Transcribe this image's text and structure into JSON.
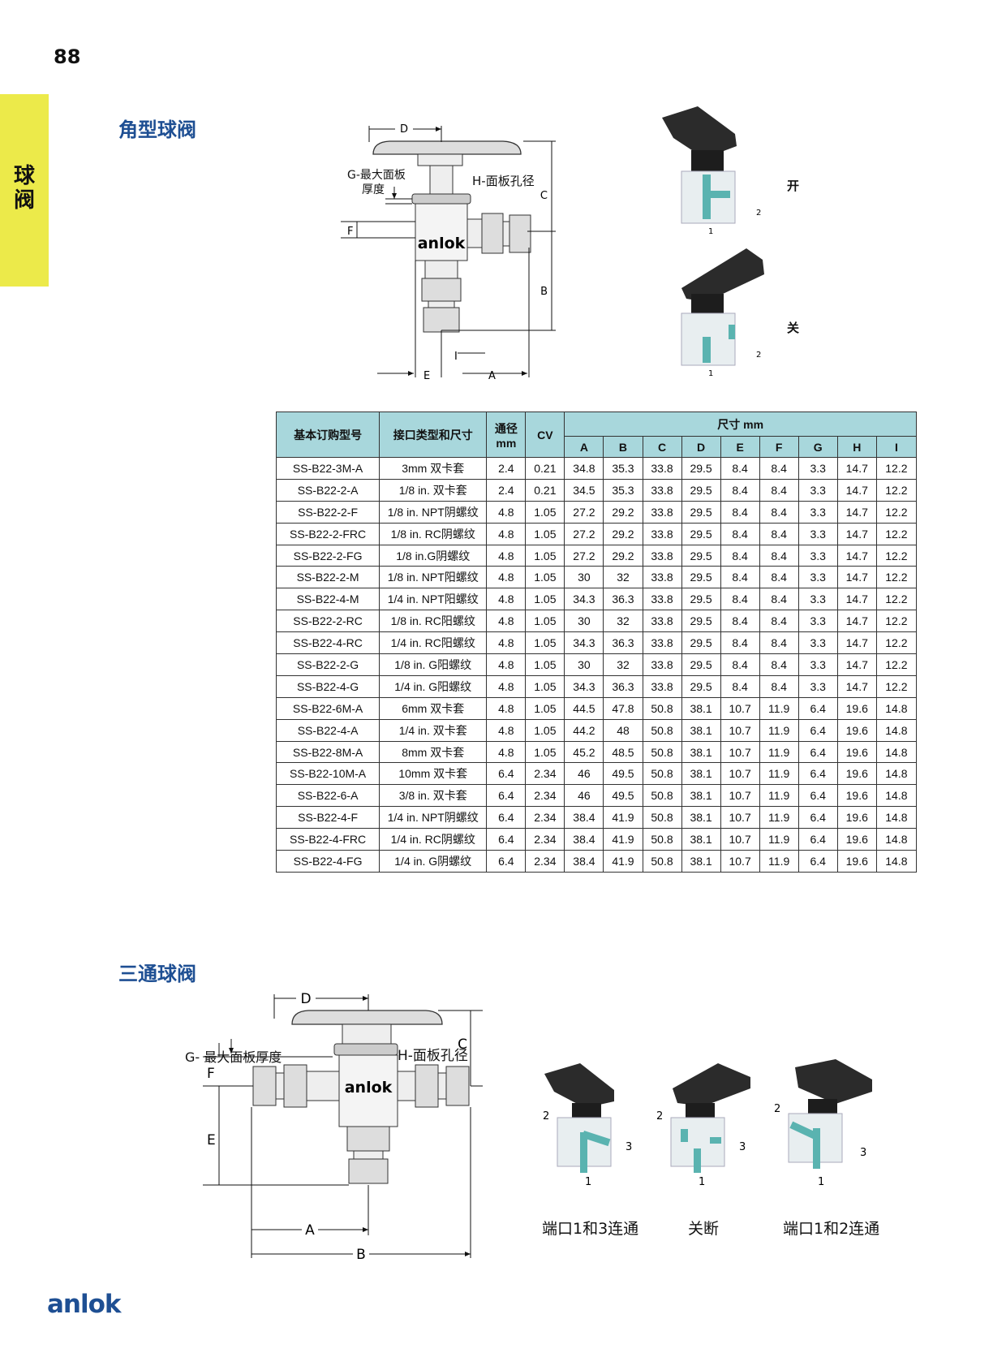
{
  "page_number": "88",
  "side_tab": {
    "line1": "球",
    "line2": "阀"
  },
  "brand": "anlok",
  "section1": {
    "title": "角型球阀",
    "diagram": {
      "label_g_1": "G-最大面板",
      "label_g_2": "厚度",
      "label_h": "H-面板孔径",
      "brand_mark": "anlok",
      "dims": {
        "a": "A",
        "b": "B",
        "c": "C",
        "d": "D",
        "e": "E",
        "f": "F",
        "i": "I"
      }
    },
    "states": [
      {
        "label": "开",
        "port1": "1",
        "port2": "2"
      },
      {
        "label": "关",
        "port1": "1",
        "port2": "2"
      }
    ],
    "table": {
      "headers": {
        "model": "基本订购型号",
        "port": "接口类型和尺寸",
        "bore_1": "通径",
        "bore_2": "mm",
        "cv": "CV",
        "dims": "尺寸 mm"
      },
      "dim_cols": [
        "A",
        "B",
        "C",
        "D",
        "E",
        "F",
        "G",
        "H",
        "I"
      ],
      "rows": [
        [
          "SS-B22-3M-A",
          "3mm 双卡套",
          "2.4",
          "0.21",
          "34.8",
          "35.3",
          "33.8",
          "29.5",
          "8.4",
          "8.4",
          "3.3",
          "14.7",
          "12.2"
        ],
        [
          "SS-B22-2-A",
          "1/8 in. 双卡套",
          "2.4",
          "0.21",
          "34.5",
          "35.3",
          "33.8",
          "29.5",
          "8.4",
          "8.4",
          "3.3",
          "14.7",
          "12.2"
        ],
        [
          "SS-B22-2-F",
          "1/8 in. NPT阴螺纹",
          "4.8",
          "1.05",
          "27.2",
          "29.2",
          "33.8",
          "29.5",
          "8.4",
          "8.4",
          "3.3",
          "14.7",
          "12.2"
        ],
        [
          "SS-B22-2-FRC",
          "1/8 in. RC阴螺纹",
          "4.8",
          "1.05",
          "27.2",
          "29.2",
          "33.8",
          "29.5",
          "8.4",
          "8.4",
          "3.3",
          "14.7",
          "12.2"
        ],
        [
          "SS-B22-2-FG",
          "1/8 in.G阴螺纹",
          "4.8",
          "1.05",
          "27.2",
          "29.2",
          "33.8",
          "29.5",
          "8.4",
          "8.4",
          "3.3",
          "14.7",
          "12.2"
        ],
        [
          "SS-B22-2-M",
          "1/8 in. NPT阳螺纹",
          "4.8",
          "1.05",
          "30",
          "32",
          "33.8",
          "29.5",
          "8.4",
          "8.4",
          "3.3",
          "14.7",
          "12.2"
        ],
        [
          "SS-B22-4-M",
          "1/4 in. NPT阳螺纹",
          "4.8",
          "1.05",
          "34.3",
          "36.3",
          "33.8",
          "29.5",
          "8.4",
          "8.4",
          "3.3",
          "14.7",
          "12.2"
        ],
        [
          "SS-B22-2-RC",
          "1/8 in. RC阳螺纹",
          "4.8",
          "1.05",
          "30",
          "32",
          "33.8",
          "29.5",
          "8.4",
          "8.4",
          "3.3",
          "14.7",
          "12.2"
        ],
        [
          "SS-B22-4-RC",
          "1/4 in. RC阳螺纹",
          "4.8",
          "1.05",
          "34.3",
          "36.3",
          "33.8",
          "29.5",
          "8.4",
          "8.4",
          "3.3",
          "14.7",
          "12.2"
        ],
        [
          "SS-B22-2-G",
          "1/8 in. G阳螺纹",
          "4.8",
          "1.05",
          "30",
          "32",
          "33.8",
          "29.5",
          "8.4",
          "8.4",
          "3.3",
          "14.7",
          "12.2"
        ],
        [
          "SS-B22-4-G",
          "1/4 in. G阳螺纹",
          "4.8",
          "1.05",
          "34.3",
          "36.3",
          "33.8",
          "29.5",
          "8.4",
          "8.4",
          "3.3",
          "14.7",
          "12.2"
        ],
        [
          "SS-B22-6M-A",
          "6mm 双卡套",
          "4.8",
          "1.05",
          "44.5",
          "47.8",
          "50.8",
          "38.1",
          "10.7",
          "11.9",
          "6.4",
          "19.6",
          "14.8"
        ],
        [
          "SS-B22-4-A",
          "1/4 in. 双卡套",
          "4.8",
          "1.05",
          "44.2",
          "48",
          "50.8",
          "38.1",
          "10.7",
          "11.9",
          "6.4",
          "19.6",
          "14.8"
        ],
        [
          "SS-B22-8M-A",
          "8mm 双卡套",
          "4.8",
          "1.05",
          "45.2",
          "48.5",
          "50.8",
          "38.1",
          "10.7",
          "11.9",
          "6.4",
          "19.6",
          "14.8"
        ],
        [
          "SS-B22-10M-A",
          "10mm 双卡套",
          "6.4",
          "2.34",
          "46",
          "49.5",
          "50.8",
          "38.1",
          "10.7",
          "11.9",
          "6.4",
          "19.6",
          "14.8"
        ],
        [
          "SS-B22-6-A",
          "3/8 in. 双卡套",
          "6.4",
          "2.34",
          "46",
          "49.5",
          "50.8",
          "38.1",
          "10.7",
          "11.9",
          "6.4",
          "19.6",
          "14.8"
        ],
        [
          "SS-B22-4-F",
          "1/4 in. NPT阴螺纹",
          "6.4",
          "2.34",
          "38.4",
          "41.9",
          "50.8",
          "38.1",
          "10.7",
          "11.9",
          "6.4",
          "19.6",
          "14.8"
        ],
        [
          "SS-B22-4-FRC",
          "1/4 in. RC阴螺纹",
          "6.4",
          "2.34",
          "38.4",
          "41.9",
          "50.8",
          "38.1",
          "10.7",
          "11.9",
          "6.4",
          "19.6",
          "14.8"
        ],
        [
          "SS-B22-4-FG",
          "1/4 in. G阴螺纹",
          "6.4",
          "2.34",
          "38.4",
          "41.9",
          "50.8",
          "38.1",
          "10.7",
          "11.9",
          "6.4",
          "19.6",
          "14.8"
        ]
      ]
    }
  },
  "section2": {
    "title": "三通球阀",
    "diagram": {
      "label_g": "G- 最大面板厚度",
      "label_h": "H-面板孔径",
      "brand_mark": "anlok",
      "dims": {
        "a": "A",
        "b": "B",
        "c": "C",
        "d": "D",
        "e": "E",
        "f": "F"
      }
    },
    "states": [
      {
        "label": "端口1和3连通",
        "p1": "1",
        "p2": "2",
        "p3": "3"
      },
      {
        "label": "关断",
        "p1": "1",
        "p2": "2",
        "p3": "3"
      },
      {
        "label": "端口1和2连通",
        "p1": "1",
        "p2": "2",
        "p3": "3"
      }
    ]
  }
}
